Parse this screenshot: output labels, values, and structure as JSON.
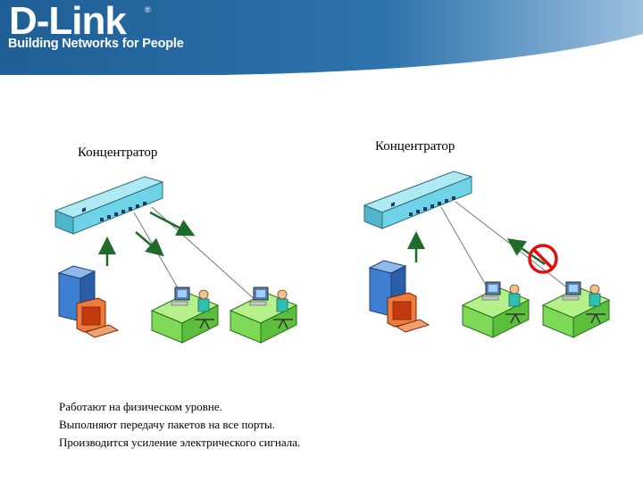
{
  "header": {
    "brand": "D-Link",
    "registered": "®",
    "tagline": "Building Networks for People"
  },
  "left_panel": {
    "hub_label": "Концентратор"
  },
  "right_panel": {
    "hub_label": "Концентратор"
  },
  "bullets": [
    "Работают на физическом уровне.",
    "Выполняют передачу пакетов на все порты.",
    "Производится усиление электрического сигнала."
  ],
  "colors": {
    "header_blue": "#1f5f96",
    "hub_cyan": "#6fd3e8",
    "desk_green": "#7ed957",
    "server_blue": "#3f7fd1",
    "arrow_green": "#1f6b2a",
    "forbidden_red": "#e01010"
  }
}
